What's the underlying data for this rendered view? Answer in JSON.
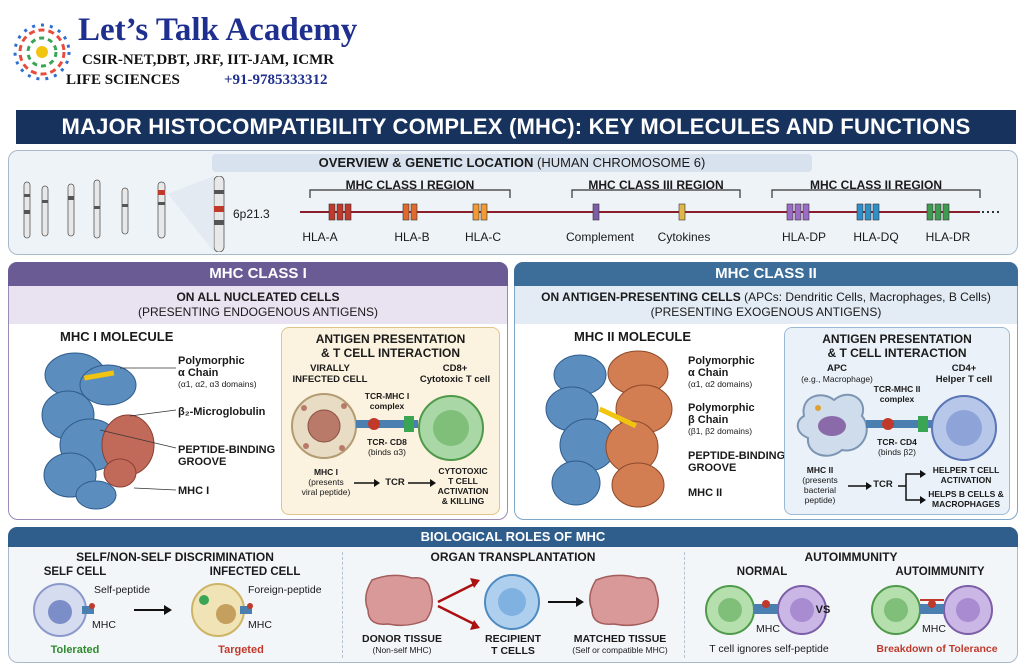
{
  "header": {
    "title": "Let’s Talk Academy",
    "line2": "CSIR-NET,DBT, JRF, IIT-JAM, ICMR",
    "line3_left": "LIFE SCIENCES",
    "line3_phone": "+91-9785333312"
  },
  "banner": "MAJOR HISTOCOMPATIBILITY COMPLEX (MHC): KEY MOLECULES AND FUNCTIONS",
  "overview": {
    "title": "OVERVIEW & GENETIC LOCATION",
    "title_suffix": "(HUMAN CHROMOSOME 6)",
    "band": "6p21.3",
    "class1_region": "MHC CLASS I REGION",
    "class3_region": "MHC CLASS III REGION",
    "class2_region": "MHC CLASS II REGION",
    "genes": [
      "HLA-A",
      "HLA-B",
      "HLA-C",
      "Complement",
      "Cytokines",
      "HLA-DP",
      "HLA-DQ",
      "HLA-DR"
    ],
    "gene_colors": [
      "#c0392b",
      "#e06a2c",
      "#f39a32",
      "#7b5ea7",
      "#e0b64a",
      "#9b6bc6",
      "#2f8fc8",
      "#3e9b4f"
    ]
  },
  "class1": {
    "header": "MHC CLASS I",
    "sub1": "ON ALL NUCLEATED CELLS",
    "sub2": "(PRESENTING ENDOGENOUS ANTIGENS)",
    "molecule_title": "MHC I MOLECULE",
    "label_alpha_1": "Polymorphic",
    "label_alpha_2": "α Chain",
    "label_alpha_3": "(α1, α2, α3 domains)",
    "label_b2m": "β₂-Microglobulin",
    "label_groove_1": "PEPTIDE-BINDING",
    "label_groove_2": "GROOVE",
    "label_mhc": "MHC I",
    "ap_title_1": "ANTIGEN PRESENTATION",
    "ap_title_2": "& T CELL INTERACTION",
    "cell_left_1": "VIRALLY",
    "cell_left_2": "INFECTED CELL",
    "cell_right_1": "CD8+",
    "cell_right_2": "Cytotoxic T cell",
    "complex_1": "TCR-MHC I",
    "complex_2": "complex",
    "coreceptor_1": "TCR- CD8",
    "coreceptor_2": "(binds α3)",
    "flow_left_1": "MHC I",
    "flow_left_2": "(presents",
    "flow_left_3": "viral peptide)",
    "flow_mid": "TCR",
    "flow_out_1": "CYTOTOXIC",
    "flow_out_2": "T CELL",
    "flow_out_3": "ACTIVATION",
    "flow_out_4": "& KILLING"
  },
  "class2": {
    "header": "MHC CLASS II",
    "sub1_bold": "ON ANTIGEN-PRESENTING CELLS",
    "sub1_rest": "(APCs: Dendritic Cells, Macrophages, B Cells)",
    "sub2": "(PRESENTING EXOGENOUS ANTIGENS)",
    "molecule_title": "MHC II MOLECULE",
    "label_alpha_1": "Polymorphic",
    "label_alpha_2": "α Chain",
    "label_alpha_3": "(α1, α2 domains)",
    "label_beta_1": "Polymorphic",
    "label_beta_2": "β Chain",
    "label_beta_3": "(β1, β2 domains)",
    "label_groove_1": "PEPTIDE-BINDING",
    "label_groove_2": "GROOVE",
    "label_mhc": "MHC II",
    "ap_title_1": "ANTIGEN PRESENTATION",
    "ap_title_2": "& T CELL INTERACTION",
    "cell_left_1": "APC",
    "cell_left_2": "(e.g., Macrophage)",
    "cell_right_1": "CD4+",
    "cell_right_2": "Helper T cell",
    "complex_1": "TCR-MHC II",
    "complex_2": "complex",
    "coreceptor_1": "TCR- CD4",
    "coreceptor_2": "(binds β2)",
    "flow_left_1": "MHC II",
    "flow_left_2": "(presents",
    "flow_left_3": "bacterial",
    "flow_left_4": "peptide)",
    "flow_mid": "TCR",
    "flow_out_1a": "HELPER T CELL",
    "flow_out_1b": "ACTIVATION",
    "flow_out_2a": "HELPS B CELLS &",
    "flow_out_2b": "MACROPHAGES"
  },
  "roles": {
    "header": "BIOLOGICAL ROLES OF MHC",
    "self": {
      "title": "SELF/NON-SELF DISCRIMINATION",
      "self_cell": "SELF CELL",
      "infected_cell": "INFECTED CELL",
      "self_peptide": "Self-peptide",
      "foreign_peptide": "Foreign-peptide",
      "mhc_left": "MHC",
      "mhc_right": "MHC",
      "tolerated": "Tolerated",
      "targeted": "Targeted"
    },
    "transplant": {
      "title": "ORGAN TRANSPLANTATION",
      "donor_1": "DONOR TISSUE",
      "donor_2": "(Non-self MHC)",
      "recipient_1": "RECIPIENT",
      "recipient_2": "T CELLS",
      "matched_1": "MATCHED TISSUE",
      "matched_2": "(Self or compatible MHC)"
    },
    "autoimmunity": {
      "title": "AUTOIMMUNITY",
      "normal": "NORMAL",
      "auto": "AUTOIMMUNITY",
      "vs": "VS",
      "mhc_left": "MHC",
      "mhc_right": "MHC",
      "ignore": "T cell ignores self-peptide",
      "breakdown": "Breakdown of Tolerance"
    }
  },
  "colors": {
    "navy": "#17325d",
    "class1": "#6b5b95",
    "class2": "#3d6e9a",
    "protein_blue": "#5b8dbf",
    "protein_red": "#c26a5a",
    "protein_orange": "#d27d52"
  }
}
